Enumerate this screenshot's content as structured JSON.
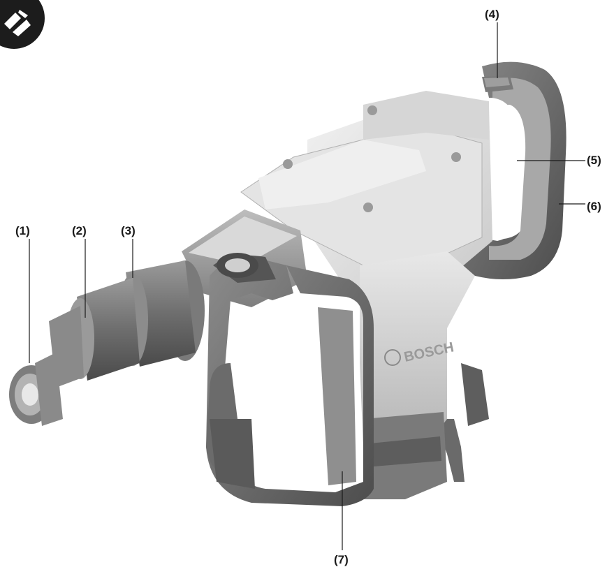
{
  "badge": {
    "icon": "chiselling-mode-icon"
  },
  "brand": {
    "logo_text": "BOSCH"
  },
  "callouts": [
    {
      "id": "1",
      "text": "(1)"
    },
    {
      "id": "2",
      "text": "(2)"
    },
    {
      "id": "3",
      "text": "(3)"
    },
    {
      "id": "4",
      "text": "(4)"
    },
    {
      "id": "5",
      "text": "(5)"
    },
    {
      "id": "6",
      "text": "(6)"
    },
    {
      "id": "7",
      "text": "(7)"
    }
  ]
}
